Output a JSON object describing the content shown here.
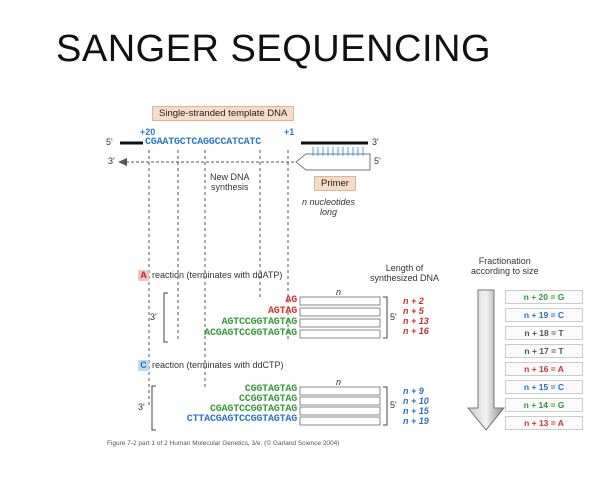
{
  "title": "SANGER SEQUENCING",
  "template_label": "Single-stranded template DNA",
  "pos_plus20": "+20",
  "pos_plus1": "+1",
  "five_prime": "5'",
  "three_prime": "3'",
  "template_seq": "CGAATGCTCAGGCCATCATC",
  "new_dna": "New DNA",
  "synthesis": "synthesis",
  "primer_label": "Primer",
  "n_nucleotides": "n nucleotides",
  "long": "long",
  "reaction_a": {
    "badge": "A",
    "text": "reaction (terminates with ddATP)",
    "dot": "•",
    "n_label": "n",
    "fragments": [
      "AG",
      "AGTAG",
      "AGTCCGGTAGTAG",
      "ACGAGTCCGGTAGTAG"
    ],
    "lengths": [
      "n + 2",
      "n + 5",
      "n + 13",
      "n + 16"
    ]
  },
  "reaction_c": {
    "badge": "C",
    "text": "reaction (terminates with ddCTP)",
    "dot": "•",
    "n_label": "n",
    "fragments": [
      "CGGTAGTAG",
      "CCGGTAGTAG",
      "CGAGTCCGGTAGTAG",
      "CTTACGAGTCCGGTAGTAG"
    ],
    "lengths": [
      "n + 9",
      "n + 10",
      "n + 15",
      "n + 19"
    ]
  },
  "length_header": [
    "Length of",
    "synthesized DNA"
  ],
  "fraction_header": [
    "Fractionation",
    "according to size"
  ],
  "fractionation": [
    {
      "label": "n + 20 = G",
      "color": "#2e9a3a"
    },
    {
      "label": "n + 19 = C",
      "color": "#2a6fb5"
    },
    {
      "label": "n + 18 = T",
      "color": "#555555"
    },
    {
      "label": "n + 17 = T",
      "color": "#555555"
    },
    {
      "label": "n + 16 = A",
      "color": "#d0352b"
    },
    {
      "label": "n + 15 = C",
      "color": "#2a6fb5"
    },
    {
      "label": "n + 14 = G",
      "color": "#2e9a3a"
    },
    {
      "label": "n + 13 = A",
      "color": "#d0352b"
    }
  ],
  "caption": "Figure 7-2 part 1 of 2 Human Molecular Genetics, 3/e. (© Garland Science 2004)"
}
